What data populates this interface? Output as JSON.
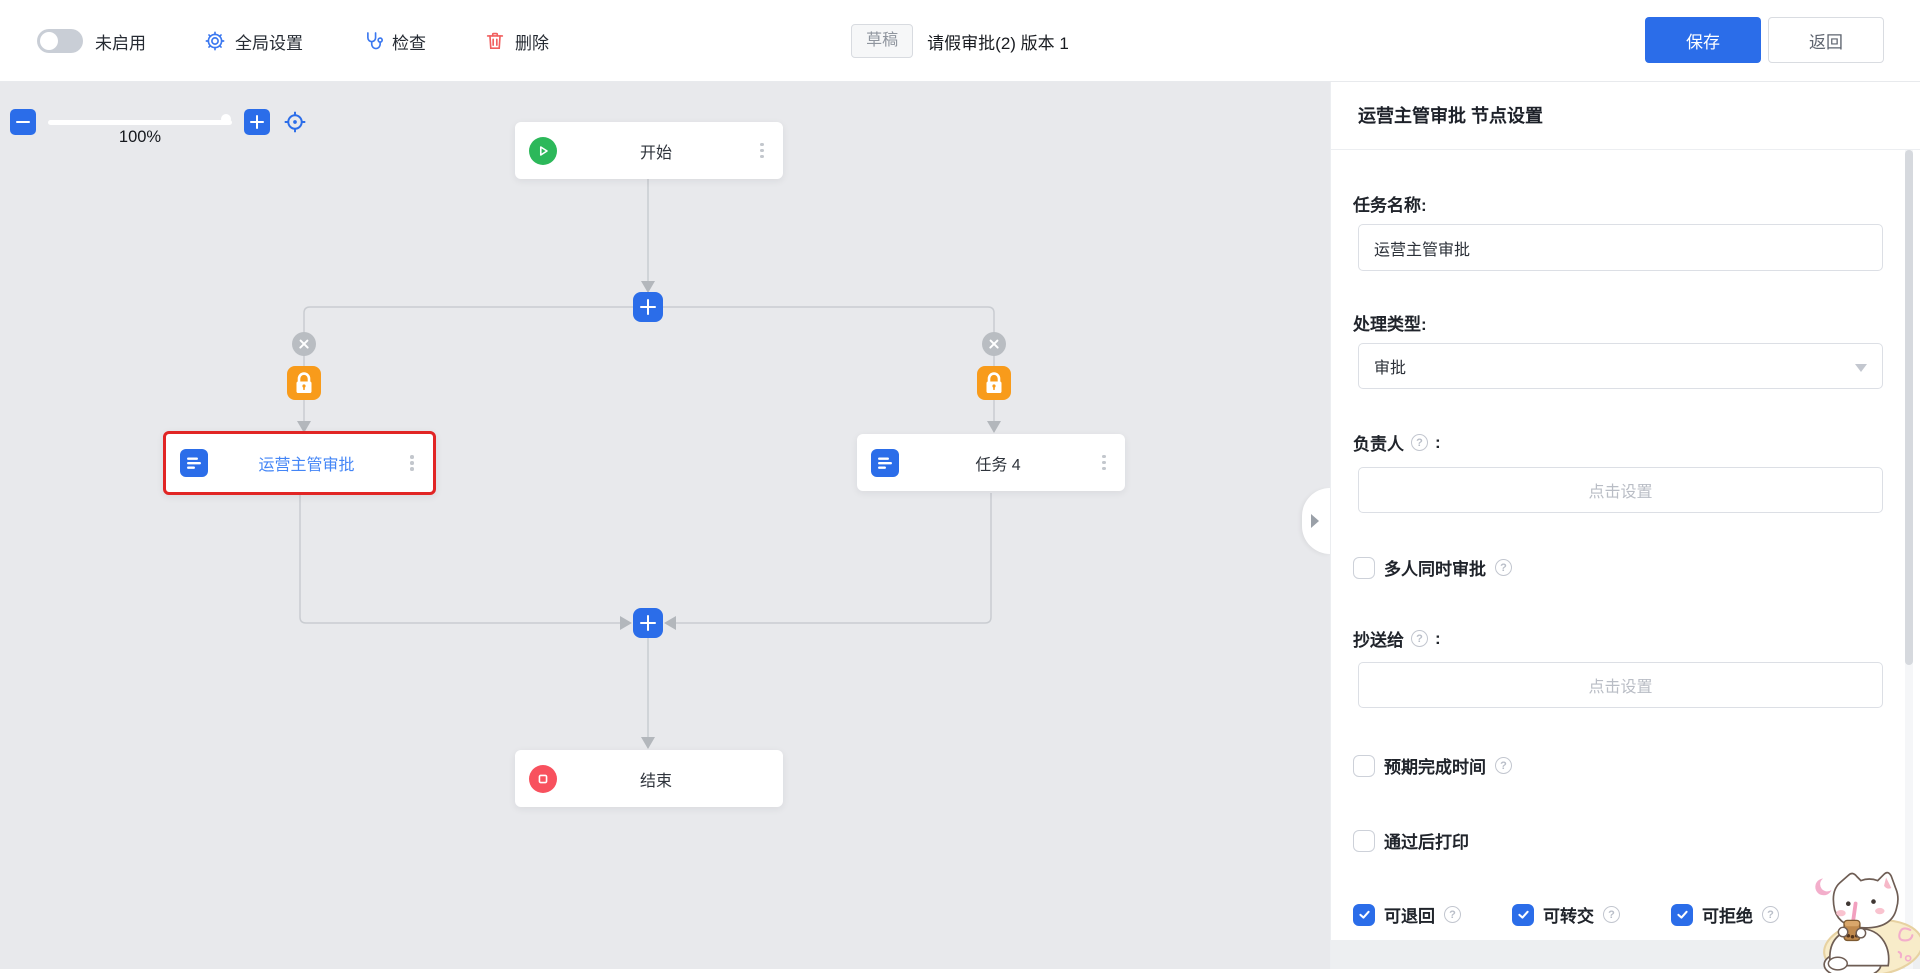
{
  "toolbar": {
    "enable_toggle_label": "未启用",
    "global_settings_label": "全局设置",
    "check_label": "检查",
    "delete_label": "删除",
    "status_badge": "草稿",
    "flow_title": "请假审批(2) 版本 1",
    "save_label": "保存",
    "back_label": "返回"
  },
  "canvas": {
    "zoom_percent": "100%",
    "start_node_label": "开始",
    "selected_node_label": "运营主管审批",
    "task_node_label": "任务 4",
    "end_node_label": "结束"
  },
  "panel": {
    "header_title": "运营主管审批 节点设置",
    "task_name_label": "任务名称:",
    "task_name_value": "运营主管审批",
    "process_type_label": "处理类型:",
    "process_type_value": "审批",
    "assignee_label": "负责人",
    "assignee_colon": ":",
    "assignee_placeholder": "点击设置",
    "multi_approval_label": "多人同时审批",
    "cc_label": "抄送给",
    "cc_colon": ":",
    "cc_placeholder": "点击设置",
    "expected_time_label": "预期完成时间",
    "print_after_pass_label": "通过后打印",
    "can_return_label": "可退回",
    "can_transfer_label": "可转交",
    "can_reject_label": "可拒绝",
    "help_glyph": "?"
  },
  "checkbox_states": {
    "multi_approval": false,
    "expected_time": false,
    "print_after_pass": false,
    "can_return": true,
    "can_transfer": true,
    "can_reject": true
  },
  "colors": {
    "accent_blue": "#2b6de9",
    "lock_orange": "#f89b1b",
    "start_green": "#2cb85a",
    "end_red": "#f8515e",
    "selection_red": "#e12525"
  }
}
